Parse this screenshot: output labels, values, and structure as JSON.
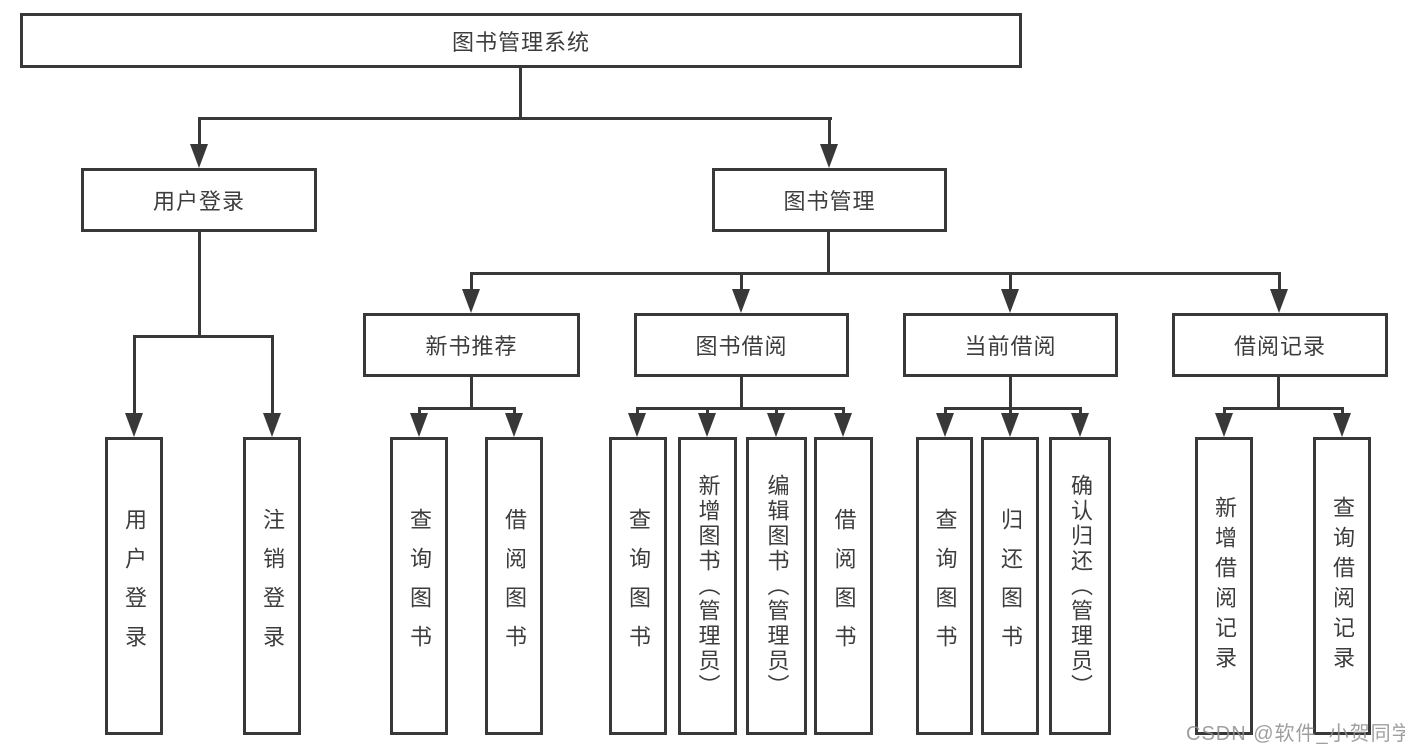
{
  "diagram": {
    "root": {
      "label": "图书管理系统"
    },
    "branches": [
      {
        "label": "用户登录",
        "children": [
          {
            "label": "用户登录"
          },
          {
            "label": "注销登录"
          }
        ]
      },
      {
        "label": "图书管理",
        "children": [
          {
            "label": "新书推荐",
            "children": [
              {
                "label": "查询图书"
              },
              {
                "label": "借阅图书"
              }
            ]
          },
          {
            "label": "图书借阅",
            "children": [
              {
                "label": "查询图书"
              },
              {
                "label": "新增图书（管理员）"
              },
              {
                "label": "编辑图书（管理员）"
              },
              {
                "label": "借阅图书"
              }
            ]
          },
          {
            "label": "当前借阅",
            "children": [
              {
                "label": "查询图书"
              },
              {
                "label": "归还图书"
              },
              {
                "label": "确认归还（管理员）"
              }
            ]
          },
          {
            "label": "借阅记录",
            "children": [
              {
                "label": "新增借阅记录"
              },
              {
                "label": "查询借阅记录"
              }
            ]
          }
        ]
      }
    ],
    "watermark": "CSDN @软件_小贺同学",
    "colors": {
      "line": "#383838",
      "text": "#3d3d3d",
      "background": "#ffffff",
      "watermark": "#8f8f8f"
    }
  }
}
